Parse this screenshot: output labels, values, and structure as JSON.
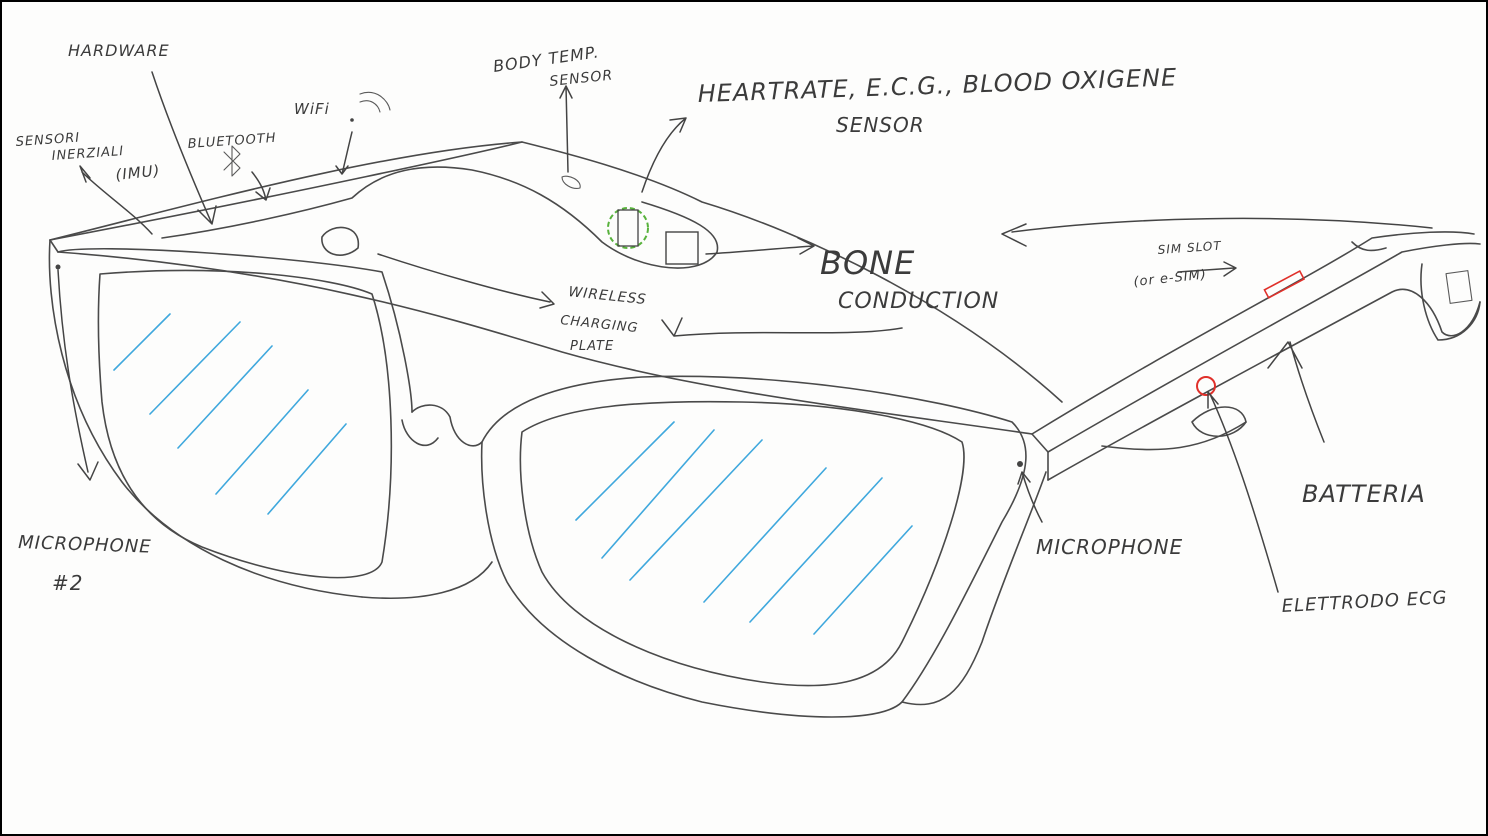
{
  "labels": {
    "hardware": "HARDWARE",
    "sensori_line1": "SENSORI",
    "sensori_line2": "INERZIALI",
    "imu": "(IMU)",
    "bluetooth": "BLUETOOTH",
    "wifi": "WiFi",
    "body_temp_line1": "BODY TEMP.",
    "body_temp_line2": "SENSOR",
    "heartrate_line1": "HEARTRATE, E.C.G., BLOOD OXIGENE",
    "heartrate_line2": "SENSOR",
    "bone_line1": "BONE",
    "bone_line2": "CONDUCTION",
    "wireless_line1": "WIRELESS",
    "wireless_line2": "CHARGING",
    "wireless_line3": "PLATE",
    "sim_line1": "SIM SLOT",
    "sim_line2": "(or e-SIM)",
    "batteria": "BATTERIA",
    "microphone": "MICROPHONE",
    "microphone2_line1": "MICROPHONE",
    "microphone2_line2": "#2",
    "elettrodo": "ELETTRODO ECG"
  },
  "colors": {
    "ink": "#4a4a4a",
    "lens_hatch": "#3fa8dd",
    "sensor_ring": "#58b23c",
    "highlight_red": "#e0302a",
    "border": "#000000"
  }
}
